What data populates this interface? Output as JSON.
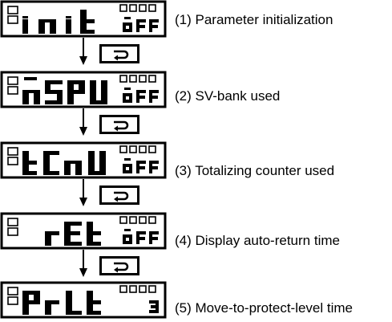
{
  "steps": [
    {
      "display_main": "InIt",
      "display_sub": "oFF",
      "caption": "(1) Parameter initialization"
    },
    {
      "display_main": "MSPU",
      "display_sub": "oFF",
      "caption": "(2) SV-bank used"
    },
    {
      "display_main": "tCnU",
      "display_sub": "oFF",
      "caption": "(3) Totalizing counter used"
    },
    {
      "display_main": "rEt",
      "display_sub": "oFF",
      "caption": "(4) Display auto-return time"
    },
    {
      "display_main": "PrLt",
      "display_sub": "3",
      "caption": "(5) Move-to-protect-level time"
    }
  ],
  "mode_key": {
    "icon": "cycle-arrow-icon"
  },
  "colors": {
    "ink": "#000000",
    "background": "#ffffff"
  }
}
